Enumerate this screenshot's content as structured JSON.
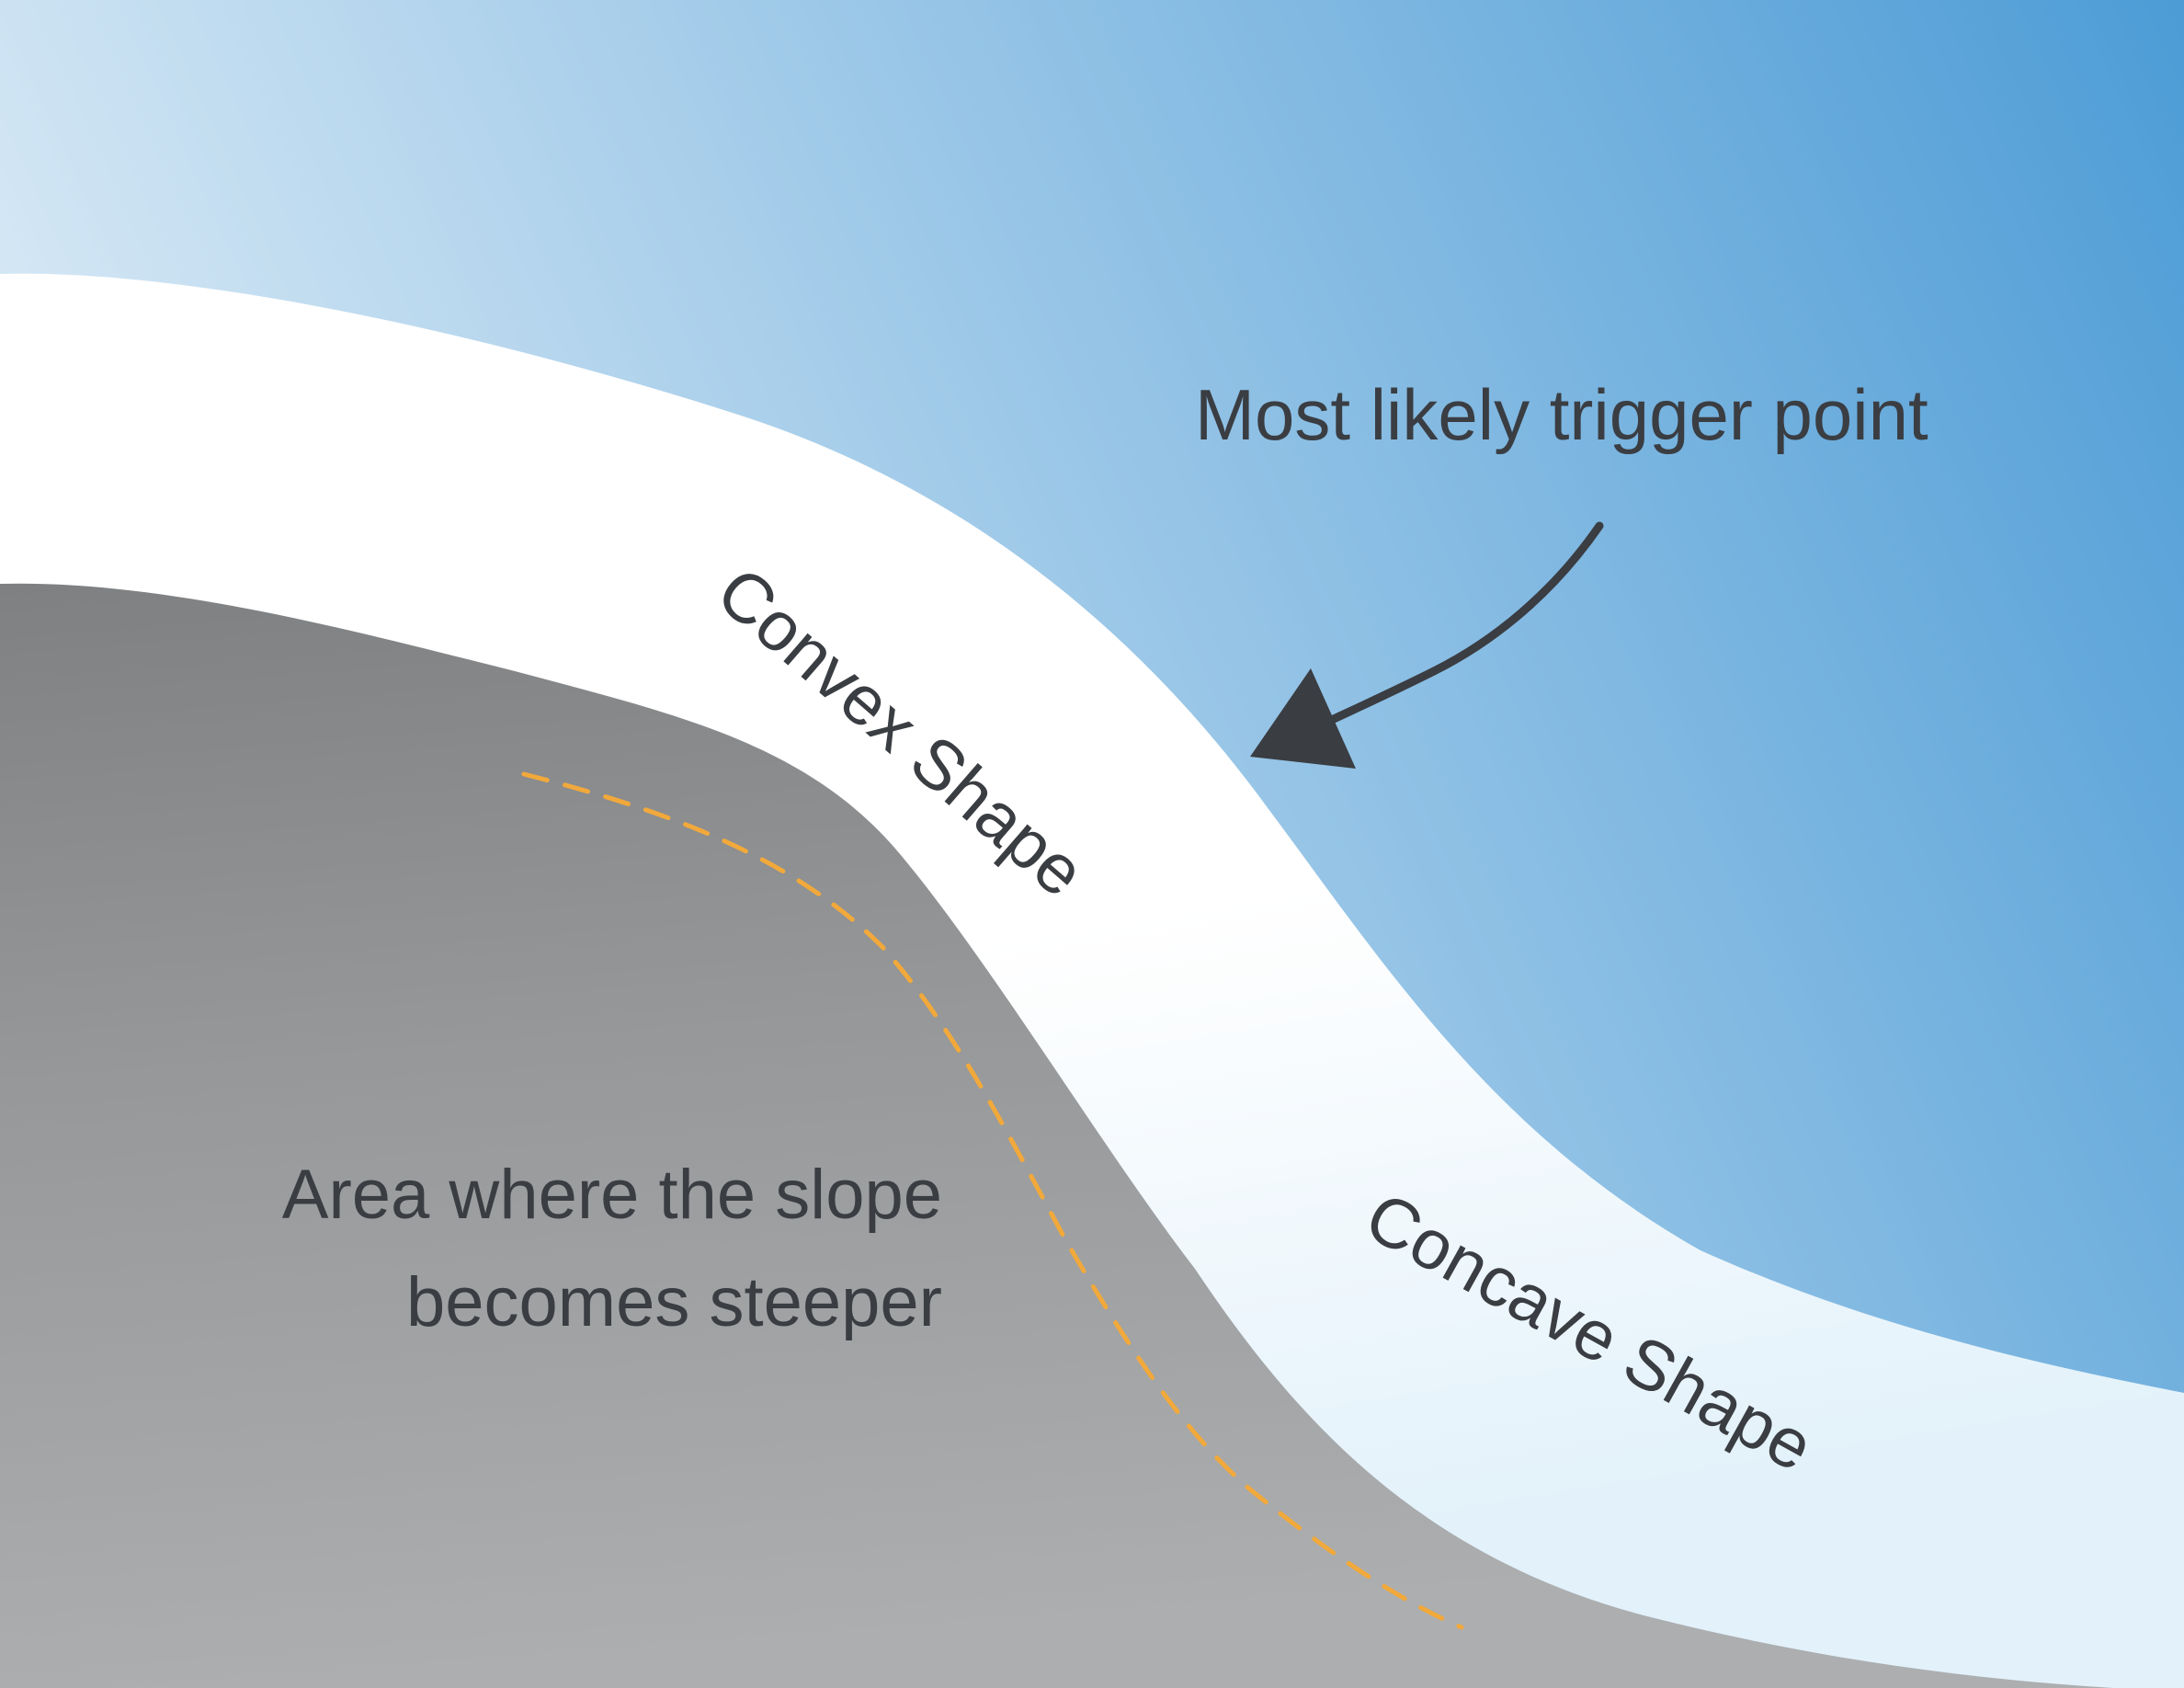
{
  "annotations": {
    "trigger_point": "Most likely trigger point",
    "convex": "Convex Shape",
    "concave": "Concave Shape",
    "steep_line1": "Area where the slope",
    "steep_line2": "becomes steeper"
  },
  "colors": {
    "sky_light": "#dcebf6",
    "sky_dark": "#4d9cd6",
    "snow": "#ffffff",
    "snow_shade": "#e4f2fa",
    "ground_dark": "#808284",
    "ground_light": "#a9abad",
    "dashed_line": "#f2a93b",
    "arrow": "#3a3d42"
  }
}
